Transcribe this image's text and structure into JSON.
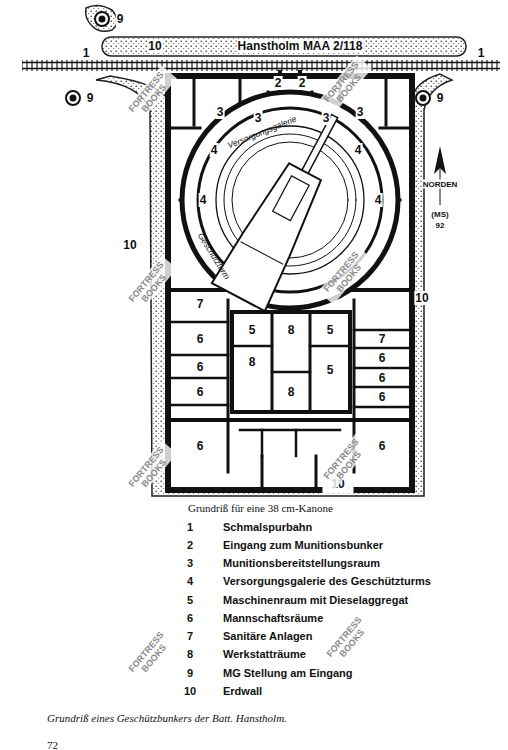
{
  "diagram": {
    "caption": "Grundriß eines Geschützbunkers der Batt. Hanstholm.",
    "labels": [
      "Hanstholm MAA 2/118",
      "1",
      "1",
      "10",
      "9",
      "9",
      "9",
      "2",
      "2",
      "3",
      "3",
      "3",
      "3",
      "Versorgungsgalerie",
      "4",
      "4",
      "4",
      "4",
      "NORDEN",
      "(MS)",
      "92",
      "10",
      "Geschützturm",
      "10",
      "7",
      "5",
      "8",
      "5",
      "8",
      "5",
      "8",
      "7",
      "6",
      "6",
      "6",
      "6",
      "6",
      "6",
      "6",
      "6",
      "10",
      "Grundriß für eine 38 cm-Kanone",
      "1",
      "Schmalspurbahn",
      "2",
      "Eingang zum Munitionsbunker",
      "3",
      "Munitionsbereitstellungsraum",
      "4",
      "Versorgungsgalerie des Geschützturms",
      "5",
      "Maschinenraum mit Dieselaggregat",
      "6",
      "Mannschaftsräume",
      "7",
      "Sanitäre Anlagen",
      "8",
      "Werkstatträume",
      "9",
      "MG Stellung am Eingang",
      "10",
      "Erdwall",
      "72",
      "FORTRESS BOOKS",
      "FORTRESS BOOKS",
      "FORTRESS BOOKS",
      "FORTRESS BOOKS",
      "FORTRESS BOOKS",
      "FORTRESS BOOKS",
      "FORTRESS BOOKS",
      "FORTRESS BOOKS"
    ]
  }
}
